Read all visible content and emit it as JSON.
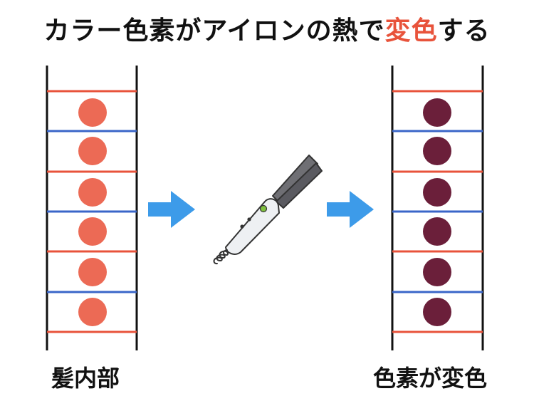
{
  "title": {
    "before": "カラー色素がアイロンの熱で",
    "highlight": "変色",
    "after": "する"
  },
  "labels": {
    "before": "髪内部",
    "after": "色素が変色"
  },
  "colors": {
    "text": "#111111",
    "highlight": "#e8533b",
    "rail": "#111111",
    "rung_red": "#e8533b",
    "rung_blue": "#3a66c8",
    "pigment_before": "#ec6a55",
    "pigment_after": "#6b1f3a",
    "arrow": "#3d9be9"
  },
  "icons": [
    "right-arrow-icon",
    "hair-iron-icon"
  ],
  "pigment_count": 6
}
